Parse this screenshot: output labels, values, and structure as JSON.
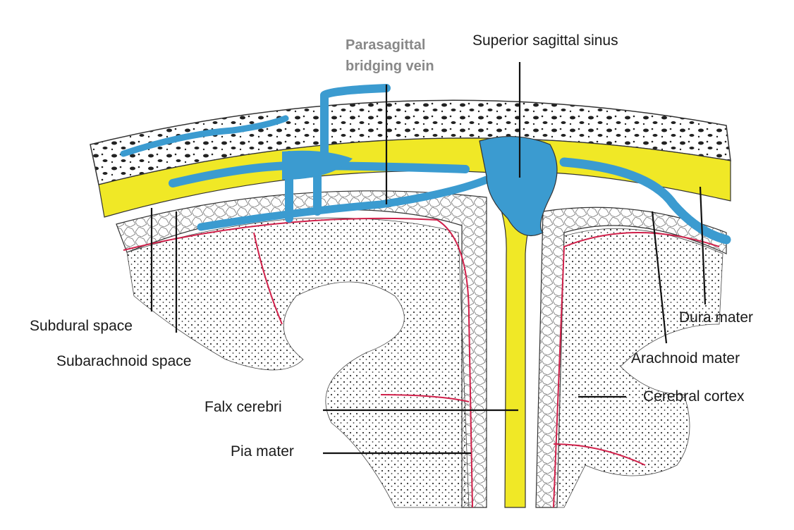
{
  "diagram": {
    "subject": "meninges-coronal-section",
    "labels": {
      "parasagittal_line1": "Parasagittal",
      "parasagittal_line2": "bridging vein",
      "superior_sagittal_sinus": "Superior sagittal sinus",
      "subdural_space": "Subdural space",
      "subarachnoid_space": "Subarachnoid space",
      "dura_mater": "Dura mater",
      "arachnoid_mater": "Arachnoid mater",
      "cerebral_cortex": "Cerebral cortex",
      "falx_cerebri": "Falx cerebri",
      "pia_mater": "Pia mater"
    },
    "colors": {
      "dura": "#f0e826",
      "vein": "#3b9bd0",
      "pia": "#d0204a",
      "skull_dots": "#222222"
    }
  }
}
